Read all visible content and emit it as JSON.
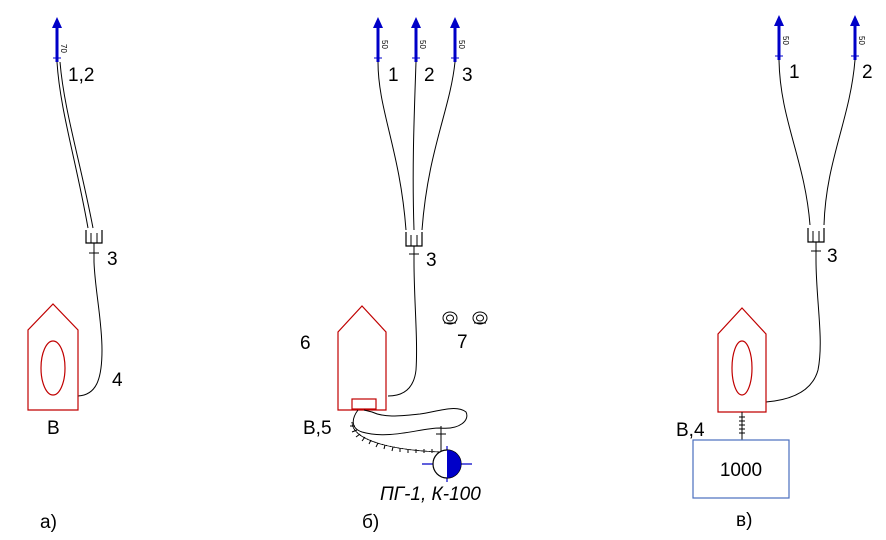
{
  "panel_a": {
    "nozzle_flow": "70",
    "hose_label": "1,2",
    "branch_label": "3",
    "line_label": "4",
    "vehicle_label": "B",
    "caption": "а)"
  },
  "panel_b": {
    "nozzle_flows": [
      "50",
      "50",
      "50"
    ],
    "hose_labels": [
      "1",
      "2",
      "3"
    ],
    "branch_label": "3",
    "vehicle_label": "6",
    "coils_label": "7",
    "pump_label": "B,5",
    "hydrant_label": "ПГ-1, К-100",
    "caption": "б)"
  },
  "panel_c": {
    "nozzle_flows": [
      "50",
      "50"
    ],
    "hose_labels": [
      "1",
      "2"
    ],
    "branch_label": "3",
    "pump_label": "B,4",
    "tank_volume": "1000",
    "caption": "в)"
  },
  "colors": {
    "nozzle": "#0000c8",
    "vehicle": "#c00000",
    "tank": "#4a6fbf",
    "hydrant": "#0000c8",
    "line": "#000000"
  }
}
